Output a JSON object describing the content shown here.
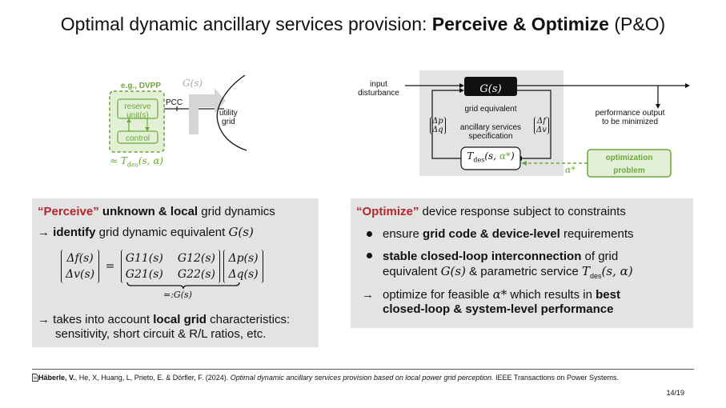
{
  "title": {
    "prefix": "Optimal dynamic ancillary services provision: ",
    "bold": "Perceive & Optimize",
    "suffix": " (P&O)"
  },
  "left_diagram": {
    "dvpp_label": "e.g., DVPP",
    "reserve_label_1": "reserve",
    "reserve_label_2": "unit(s)",
    "control_label": "control",
    "pcc_label": "PCC",
    "gs_label": "G(s)",
    "utility_label_1": "utility",
    "utility_label_2": "grid",
    "tdes_label": "≈ T",
    "tdes_sub": "des",
    "tdes_args": "(s, α)"
  },
  "right_diagram": {
    "input_label_1": "input",
    "input_label_2": "disturbance",
    "gs_block": "G(s)",
    "grid_equivalent": "grid equivalent",
    "dp": "Δp",
    "dq": "Δq",
    "df": "Δf",
    "dv": "Δv",
    "ancillary_1": "ancillary services",
    "ancillary_2": "specification",
    "tdes_main": "T",
    "tdes_sub": "des",
    "tdes_args_a": "(s, ",
    "tdes_alpha": "α*",
    "tdes_args_b": ")",
    "alpha_star": "α*",
    "perf_1": "performance output",
    "perf_2": "to be minimized",
    "opt_1": "optimization",
    "opt_2": "problem"
  },
  "perceive": {
    "keyword": "“Perceive”",
    "bold": "unknown & local",
    "rest": " grid dynamics",
    "l2_arrow": "→",
    "l2_bold": "identify",
    "l2_rest": " grid dynamic equivalent ",
    "l2_math": "G(s)",
    "lhs1": "Δf(s)",
    "lhs2": "Δv(s)",
    "eq": "=",
    "g11": "G11(s)",
    "g12": "G12(s)",
    "g21": "G21(s)",
    "g22": "G22(s)",
    "rhs1": "Δp(s)",
    "rhs2": "Δq(s)",
    "underbrace_label": "=:G(s)",
    "l4_arrow": "→",
    "l4_a": " takes into account ",
    "l4_bold": "local grid",
    "l4_b": " characteristics:",
    "l5": "sensitivity, short circuit & R/L ratios, etc."
  },
  "optimize": {
    "keyword": "“Optimize”",
    "rest": " device response subject to constraints",
    "b1_a": "ensure ",
    "b1_bold": "grid code & device-level",
    "b1_b": " requirements",
    "b2_bold": "stable closed-loop interconnection",
    "b2_a": " of grid",
    "b2_l2_a": "equivalent ",
    "b2_l2_math1": "G(s)",
    "b2_l2_b": " & parametric service ",
    "b2_l2_math2": "T",
    "b2_l2_sub": "des",
    "b2_l2_args": "(s, α)",
    "arrow": "→",
    "l4_a": "optimize for feasible ",
    "l4_alpha": "α*",
    "l4_b": " which results in ",
    "l4_bold": "best",
    "l5_bold": "closed-loop & system-level performance"
  },
  "footer": {
    "author_bold": "Häberle, V.",
    "authors_rest": ", He, X, Huang, L, Prieto, E. & Dörfler, F. (2024). ",
    "paper_title": "Optimal dynamic ancillary services provision based on local power grid perception.",
    "journal": " IEEE Transactions on Power Systems.",
    "page": "14/19"
  },
  "colors": {
    "green": "#6aa93a",
    "green_fill": "#e3f0d6",
    "red": "#b3262b",
    "panel": "#e3e3e3"
  },
  "icons": {
    "reference": "document-icon"
  }
}
